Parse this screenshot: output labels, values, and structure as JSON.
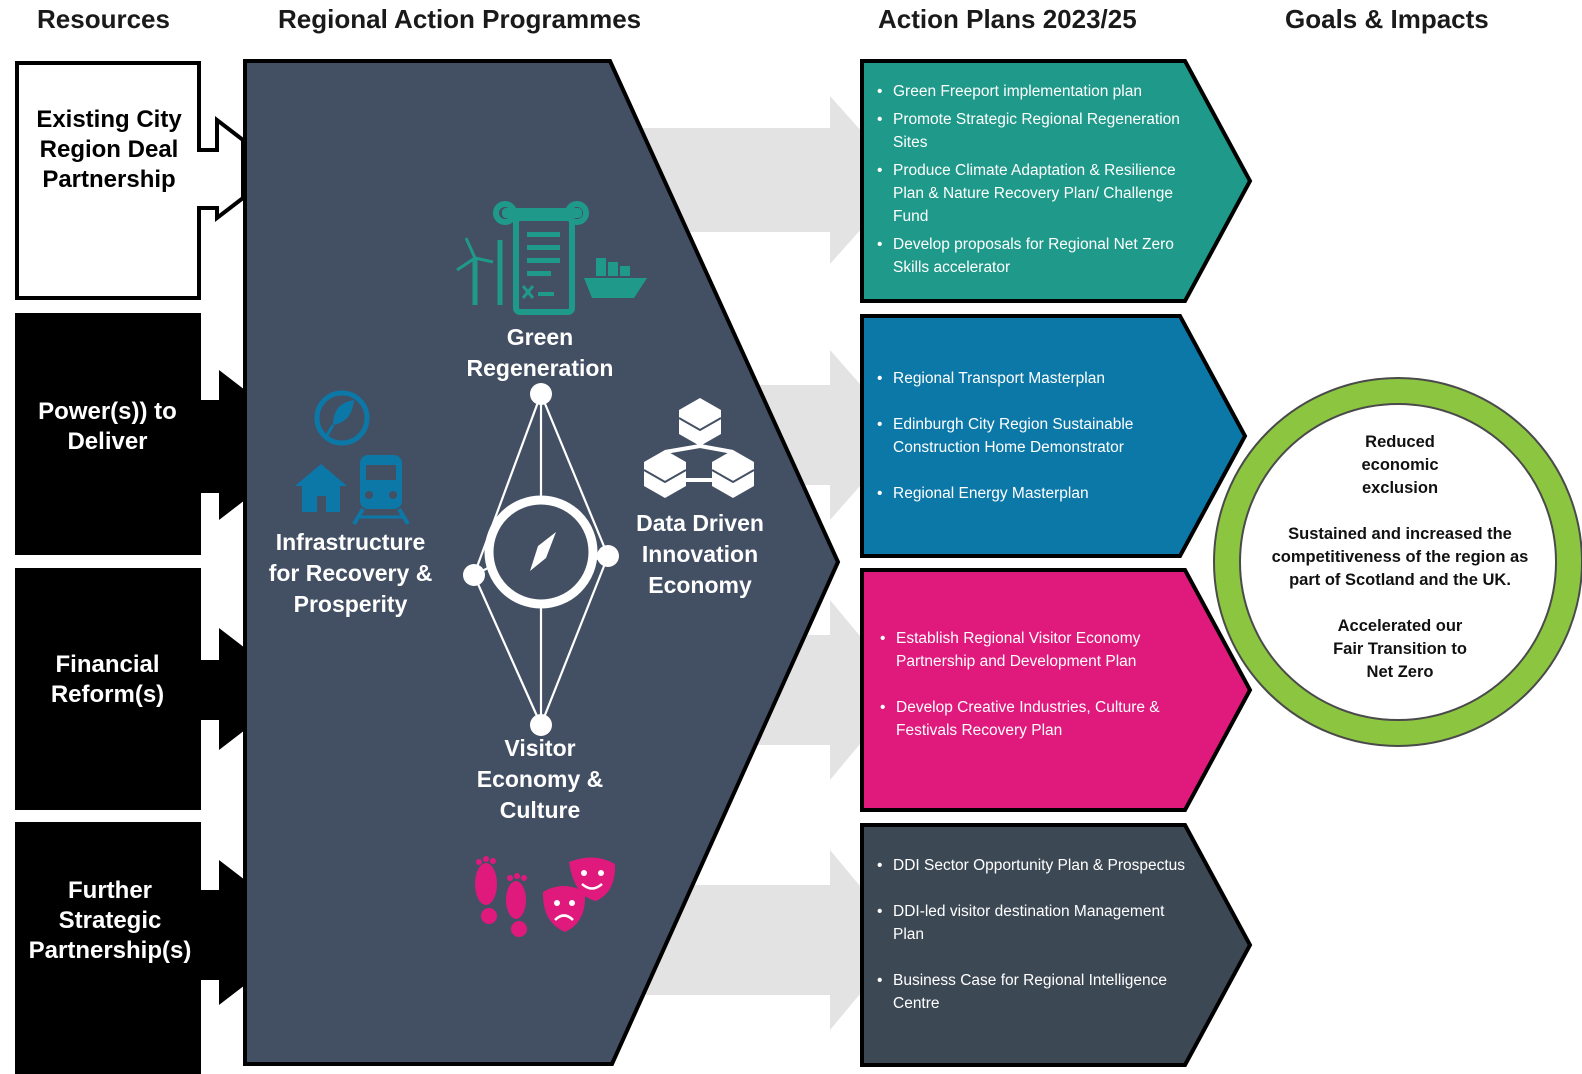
{
  "headers": {
    "resources": "Resources",
    "programmes": "Regional Action Programmes",
    "action_plans": "Action Plans 2023/25",
    "goals": "Goals & Impacts"
  },
  "resources": [
    {
      "label": "Existing City Region Deal Partnership",
      "style": "outlined"
    },
    {
      "label": "Power(s)) to Deliver",
      "style": "filled"
    },
    {
      "label": "Financial Reform(s)",
      "style": "filled"
    },
    {
      "label": "Further Strategic Partnership(s)",
      "style": "filled"
    }
  ],
  "programmes": {
    "green": "Green Regeneration",
    "infrastructure": "Infrastructure for Recovery & Prosperity",
    "data": "Data Driven Innovation Economy",
    "visitor": "Visitor Economy & Culture"
  },
  "action_plans": [
    {
      "color": "#1f9a8a",
      "items": [
        "Green Freeport implementation plan",
        "Promote Strategic Regional Regeneration Sites",
        "Produce Climate Adaptation & Resilience Plan & Nature Recovery Plan/ Challenge Fund",
        "Develop proposals for Regional Net Zero  Skills accelerator"
      ]
    },
    {
      "color": "#0b78a8",
      "items": [
        "Regional Transport Masterplan",
        "Edinburgh City Region Sustainable Construction Home Demonstrator",
        "Regional Energy Masterplan"
      ]
    },
    {
      "color": "#e0197d",
      "items": [
        "Establish Regional Visitor Economy Partnership and  Development Plan",
        "Develop Creative Industries, Culture & Festivals Recovery Plan"
      ]
    },
    {
      "color": "#3d4855",
      "items": [
        "DDI Sector Opportunity Plan & Prospectus",
        "DDI-led visitor destination Management Plan",
        "Business Case for Regional Intelligence Centre"
      ]
    }
  ],
  "goals": {
    "ring_color": "#8cc540",
    "items": [
      "Reduced economic exclusion",
      "Sustained and increased the competitiveness  of the region as part of Scotland and the UK.",
      "Accelerated  our Fair Transition to Net Zero"
    ]
  },
  "colors": {
    "programme_panel": "#434f63",
    "green_icon": "#1f9a8a",
    "blue_icon": "#0b78a8",
    "pink_icon": "#e0197d",
    "arrow_grey": "#e3e3e3"
  }
}
